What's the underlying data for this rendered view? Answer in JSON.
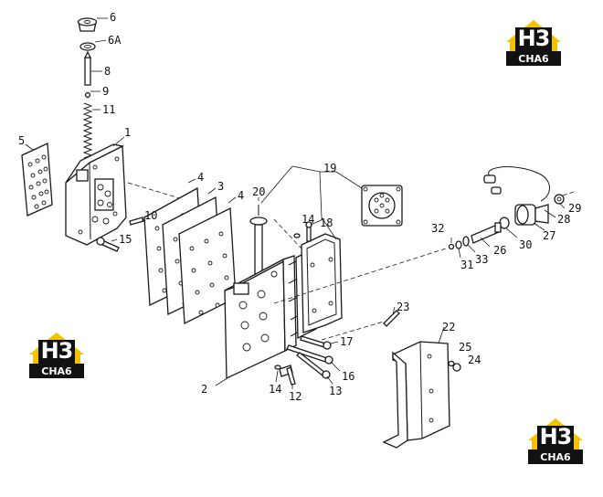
{
  "callouts": [
    {
      "id": "6",
      "text": "6"
    },
    {
      "id": "6a",
      "text": "6A"
    },
    {
      "id": "8",
      "text": "8"
    },
    {
      "id": "9",
      "text": "9"
    },
    {
      "id": "11",
      "text": "11"
    },
    {
      "id": "1",
      "text": "1"
    },
    {
      "id": "5",
      "text": "5"
    },
    {
      "id": "10",
      "text": "10"
    },
    {
      "id": "15",
      "text": "15"
    },
    {
      "id": "4a",
      "text": "4"
    },
    {
      "id": "3",
      "text": "3"
    },
    {
      "id": "4b",
      "text": "4"
    },
    {
      "id": "20",
      "text": "20"
    },
    {
      "id": "19",
      "text": "19"
    },
    {
      "id": "14a",
      "text": "14"
    },
    {
      "id": "18",
      "text": "18"
    },
    {
      "id": "32",
      "text": "32"
    },
    {
      "id": "31",
      "text": "31"
    },
    {
      "id": "33",
      "text": "33"
    },
    {
      "id": "26",
      "text": "26"
    },
    {
      "id": "30",
      "text": "30"
    },
    {
      "id": "27",
      "text": "27"
    },
    {
      "id": "28",
      "text": "28"
    },
    {
      "id": "29",
      "text": "29"
    },
    {
      "id": "23",
      "text": "23"
    },
    {
      "id": "22",
      "text": "22"
    },
    {
      "id": "25",
      "text": "25"
    },
    {
      "id": "24",
      "text": "24"
    },
    {
      "id": "17",
      "text": "17"
    },
    {
      "id": "16",
      "text": "16"
    },
    {
      "id": "13",
      "text": "13"
    },
    {
      "id": "2",
      "text": "2"
    },
    {
      "id": "14b",
      "text": "14"
    },
    {
      "id": "12",
      "text": "12"
    }
  ],
  "logo": {
    "mark": "H3",
    "subtitle": "CHA6",
    "colors": {
      "primary": "#f2c200",
      "dark": "#111111",
      "text": "#ffffff"
    }
  },
  "colors": {
    "line": "#1a1a1a",
    "background": "#ffffff"
  }
}
